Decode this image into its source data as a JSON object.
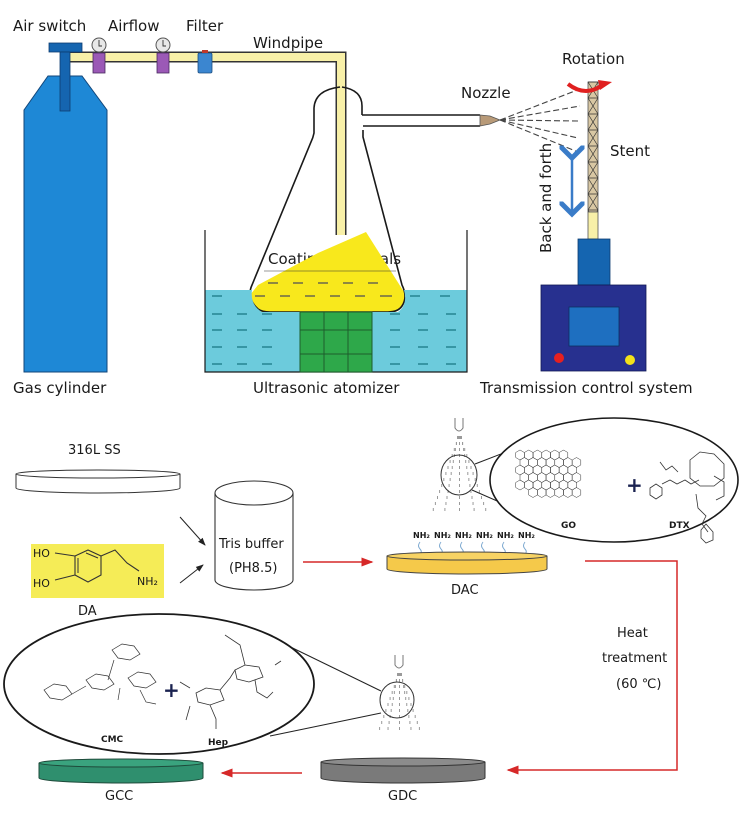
{
  "figure": {
    "top_panel": {
      "labels": {
        "air_switch": "Air switch",
        "airflow": "Airflow",
        "filter": "Filter",
        "windpipe": "Windpipe",
        "nozzle": "Nozzle",
        "rotation": "Rotation",
        "stent": "Stent",
        "back_and_forth": "Back and forth",
        "coating_materials": "Coating materials",
        "gas_cylinder": "Gas cylinder",
        "ultrasonic_atomizer": "Ultrasonic atomizer",
        "transmission_control_system": "Transmission control system"
      },
      "colors": {
        "cylinder_blue": "#1e88d6",
        "valve_dark_blue": "#1565b0",
        "pipe_yellow": "#f8f0a8",
        "gauge_purple": "#9b59b6",
        "water_cyan": "#6ccbdc",
        "coating_yellow": "#f8e81c",
        "transducer_green": "#2ea84a",
        "control_box_navy": "#27308f",
        "stent_tan": "#d8c7a3",
        "rotation_red": "#e02020",
        "arrow_blue": "#3a7cc8"
      }
    },
    "bottom_panel": {
      "labels": {
        "substrate": "316L SS",
        "tris_buffer_line1": "Tris buffer",
        "tris_buffer_line2": "(PH8.5)",
        "dopamine": "DA",
        "dopamine_ho_top": "HO",
        "dopamine_ho_bottom": "HO",
        "dopamine_nh2": "NH₂",
        "dac": "DAC",
        "go": "GO",
        "dtx": "DTX",
        "nh2_group": "NH₂",
        "heat_line1": "Heat",
        "heat_line2": "treatment",
        "heat_line3": "(60 ℃)",
        "gdc": "GDC",
        "gcc": "GCC",
        "cmc": "CMC",
        "hep": "Hep",
        "plus": "+"
      },
      "nh2_count": 6,
      "colors": {
        "dac_yellow": "#f5c94a",
        "gdc_gray": "#7a7a7a",
        "gcc_green": "#2f8f6e",
        "da_highlight": "#f5ec57",
        "flow_arrow_red": "#d62828"
      }
    }
  }
}
